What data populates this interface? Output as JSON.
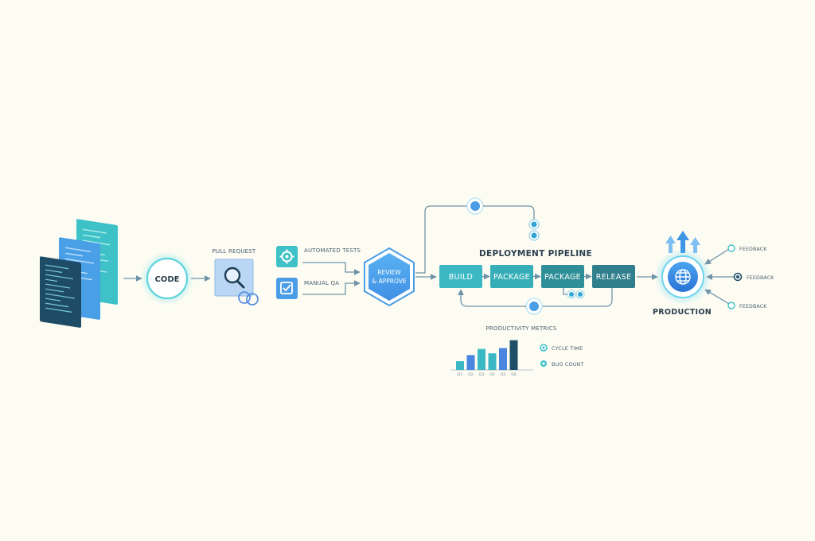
{
  "code": {
    "label": "CODE"
  },
  "pull_request": {
    "label": "PULL REQUEST"
  },
  "tests": {
    "automated": "AUTOMATED TESTS",
    "manual": "MANUAL QA"
  },
  "review": {
    "line1": "REVIEW",
    "line2": "& APPROVE"
  },
  "pipeline": {
    "title": "DEPLOYMENT PIPELINE",
    "stages": [
      {
        "label": "BUILD",
        "color": "#3bb8c4"
      },
      {
        "label": "PACKAGE",
        "color": "#36aeb8"
      },
      {
        "label": "PACKAGE",
        "color": "#2f8f98"
      },
      {
        "label": "RELEASE",
        "color": "#2f7f8c"
      }
    ]
  },
  "production": {
    "label": "PRODUCTION"
  },
  "feedback": {
    "top": "FEEDBACK",
    "middle": "FEEDBACK",
    "bottom": "FEEDBACK"
  },
  "metrics": {
    "title": "PRODUCTIVITY METRICS",
    "legend": [
      "CYCLE TIME",
      "BUG COUNT"
    ]
  },
  "chart_data": {
    "type": "bar",
    "title": "PRODUCTIVITY METRICS",
    "categories": [
      "Q1",
      "Q2",
      "Q3",
      "Q4",
      "Q5",
      "Q6"
    ],
    "values": [
      1,
      1.7,
      2.4,
      1.9,
      2.5,
      3.4
    ],
    "colors": [
      "#3bb8c4",
      "#4a86e0",
      "#3bb8c4",
      "#3bb8c4",
      "#4a86e0",
      "#1f4f66"
    ],
    "ylim": [
      0,
      4
    ],
    "legend_placement": "right",
    "series_legend": [
      "CYCLE TIME",
      "BUG COUNT"
    ]
  },
  "colors": {
    "accent_teal": "#3bb8c4",
    "accent_blue": "#3d95e6",
    "dark_navy": "#1f4f66",
    "connector": "#6f93a6"
  }
}
